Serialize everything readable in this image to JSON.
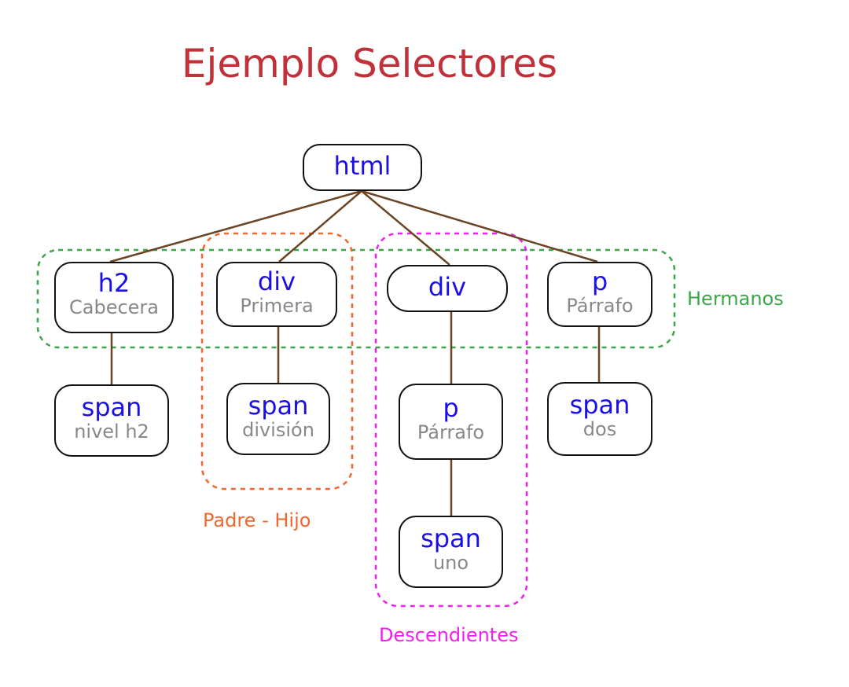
{
  "title": "Ejemplo Selectores",
  "colors": {
    "title": "#c0313a",
    "tag": "#1a10e6",
    "subtext": "#888888",
    "connector": "#6b4423",
    "group_siblings": "#3aa649",
    "group_parent_child": "#f0672e",
    "group_descendants": "#f21ef0"
  },
  "nodes": {
    "html": {
      "tag": "html"
    },
    "h2": {
      "tag": "h2",
      "sub": "Cabecera"
    },
    "div1": {
      "tag": "div",
      "sub": "Primera"
    },
    "div2": {
      "tag": "div"
    },
    "p1": {
      "tag": "p",
      "sub": "Párrafo"
    },
    "span_h2": {
      "tag": "span",
      "sub": "nivel h2"
    },
    "span_div": {
      "tag": "span",
      "sub": "división"
    },
    "p2": {
      "tag": "p",
      "sub": "Párrafo"
    },
    "span_dos": {
      "tag": "span",
      "sub": "dos"
    },
    "span_uno": {
      "tag": "span",
      "sub": "uno"
    }
  },
  "groups": {
    "siblings": "Hermanos",
    "parent_child": "Padre - Hijo",
    "descendants": "Descendientes"
  }
}
